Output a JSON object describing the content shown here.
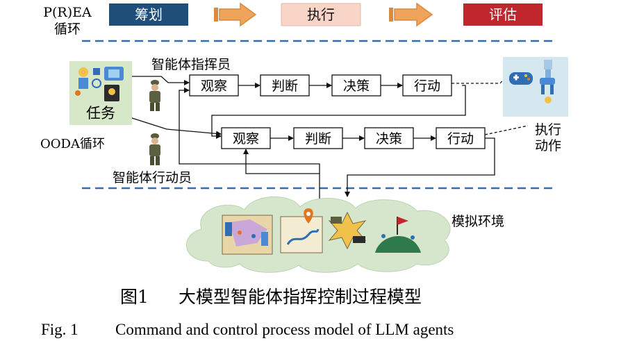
{
  "prea": {
    "label_line1": "P(R)EA",
    "label_line2": "循环",
    "stages": [
      "筹划",
      "执行",
      "评估"
    ],
    "colors": {
      "plan": "#1f4e79",
      "execute": "#f8d5c6",
      "evaluate": "#c0262d",
      "arrow": "#f0a35a"
    }
  },
  "ooda": {
    "label": "OODA循环",
    "commander_label": "智能体指挥员",
    "actor_label": "智能体行动员",
    "steps": [
      "观察",
      "判断",
      "决策",
      "行动"
    ]
  },
  "task": {
    "label": "任务",
    "bg_color": "#d6e8c8"
  },
  "execution": {
    "label_line1": "执行",
    "label_line2": "动作",
    "bg_color": "#d6e8ef"
  },
  "environment": {
    "label": "模拟环境",
    "cloud_color": "#d5e6cc"
  },
  "divider_color": "#2f6db5",
  "caption": {
    "cn_number": "图1",
    "cn_title": "大模型智能体指挥控制过程模型",
    "en_number": "Fig. 1",
    "en_title": "Command and control process model of LLM agents"
  }
}
